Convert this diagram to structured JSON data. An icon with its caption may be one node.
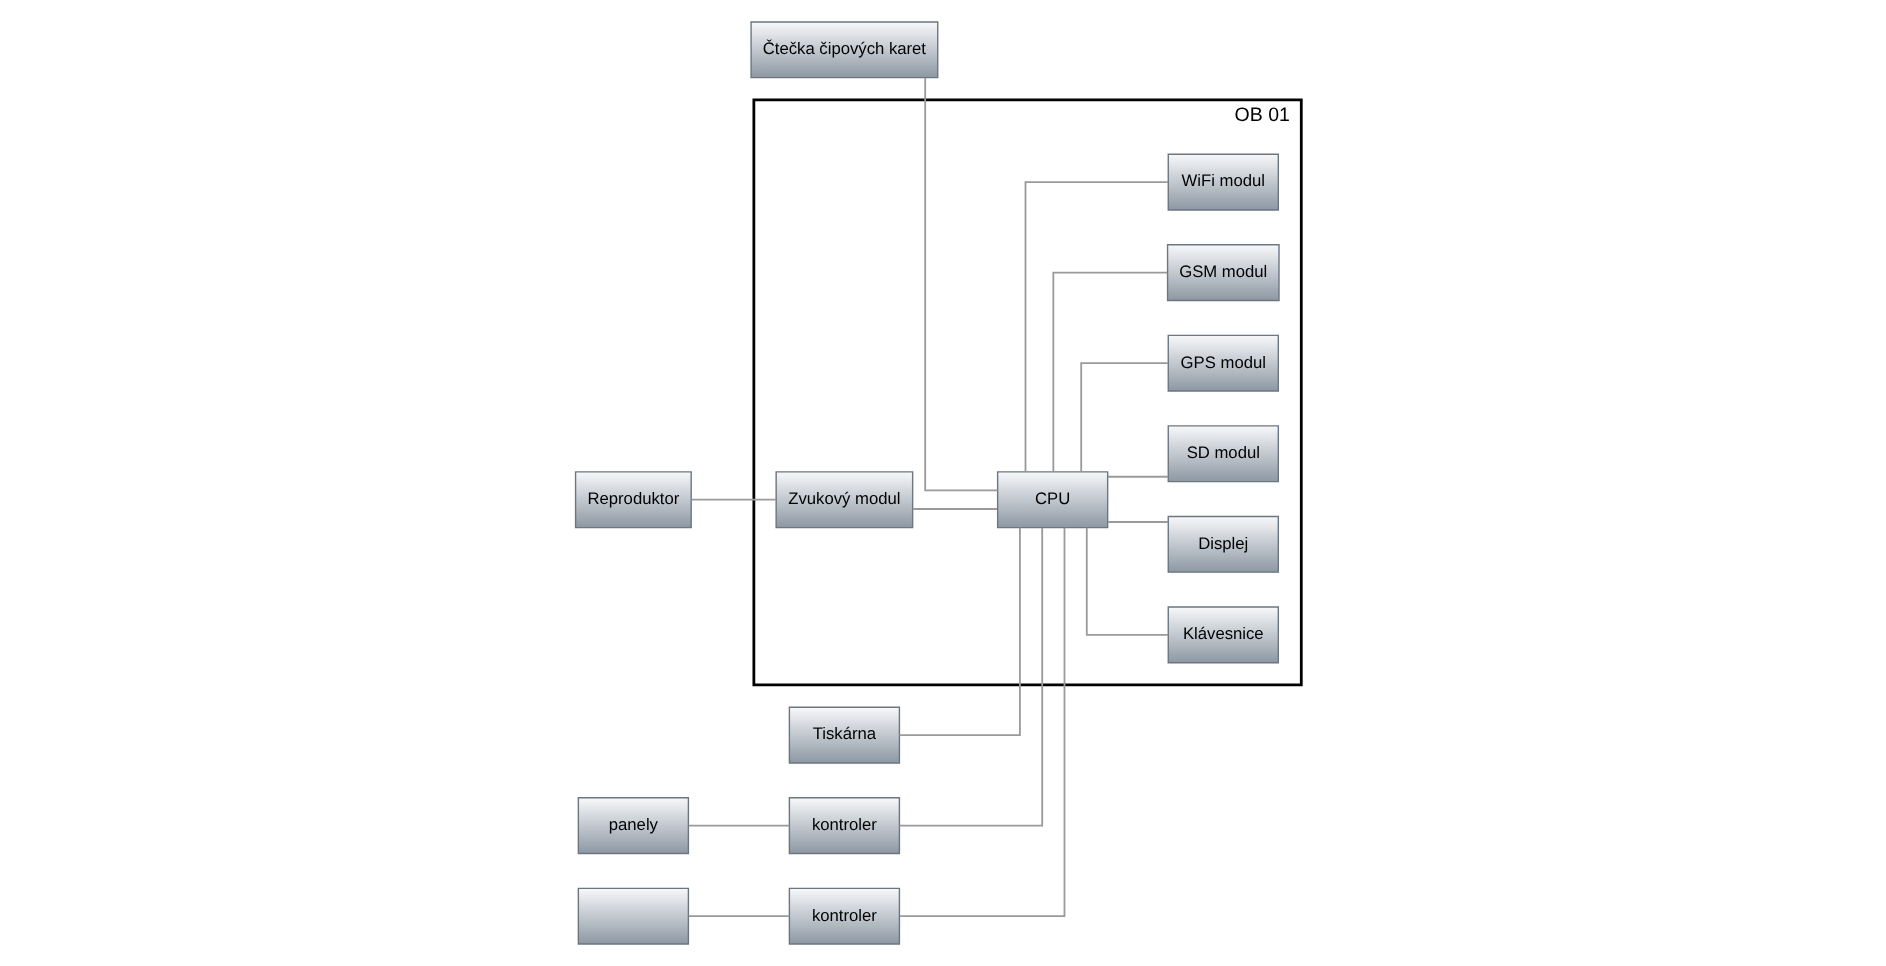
{
  "diagram": {
    "nodes": [
      {
        "text": [
          "Čtečka čipových karet"
        ]
      },
      {
        "text": [
          "Tiskárna"
        ]
      },
      {
        "text": [
          "Reproduktor"
        ]
      },
      {
        "text": [
          "OB 01"
        ]
      },
      {
        "text": [
          "Zvukový modul"
        ],
        "in": 3
      },
      {
        "text": [
          "Klávesnice"
        ],
        "in": 3
      },
      {
        "text": [
          "panely"
        ]
      },
      {
        "text": [
          "kontroler"
        ]
      },
      {
        "text": [
          "Displej"
        ],
        "in": 3
      },
      {
        "text": [
          "CPU"
        ],
        "in": 3
      },
      {
        "text": [
          "SD modul"
        ],
        "in": 3
      },
      {
        "text": [],
        "shape": "box"
      },
      {
        "text": [
          "kontroler"
        ]
      },
      {
        "text": [
          "GPS modul"
        ],
        "in": 3
      },
      {
        "text": [
          "GSM modul"
        ],
        "in": 3
      },
      {
        "text": [
          "WiFi modul"
        ],
        "in": 3
      }
    ],
    "edges": [
      {
        "from": 0,
        "to": 9,
        "arrow": "none"
      },
      {
        "from": 1,
        "to": 9,
        "arrow": "none"
      },
      {
        "from": 2,
        "to": 4,
        "arrow": "none"
      },
      {
        "from": 4,
        "to": 9,
        "arrow": "none"
      },
      {
        "from": 9,
        "to": 5,
        "arrow": "none"
      },
      {
        "from": 9,
        "to": 8,
        "arrow": "none"
      },
      {
        "from": 9,
        "to": 10,
        "arrow": "none"
      },
      {
        "from": 6,
        "to": 7,
        "arrow": "none"
      },
      {
        "from": 7,
        "to": 9,
        "arrow": "none"
      },
      {
        "from": 11,
        "to": 12,
        "arrow": "none"
      },
      {
        "from": 12,
        "to": 9,
        "arrow": "none"
      },
      {
        "from": 9,
        "to": 13,
        "arrow": "none"
      },
      {
        "from": 9,
        "to": 14,
        "arrow": "none"
      },
      {
        "from": 9,
        "to": 15,
        "arrow": "none"
      }
    ]
  }
}
